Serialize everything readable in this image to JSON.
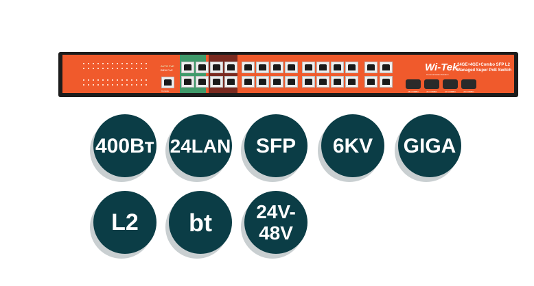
{
  "product": {
    "brand": "Wi-Tek",
    "brand_tagline": "Communication Solution",
    "model_line1": "24GE+4GE+Combo SFP L2",
    "model_line2": "Managed Super PoE Switch",
    "sfp_labels": [
      "25 COMBO",
      "26 COMBO",
      "27 COMBO",
      "28 COMBO"
    ],
    "console_label": "Console",
    "legend": [
      "AUTO PoE",
      "BBW PoE"
    ]
  },
  "badges": [
    "400Вт",
    "24LAN",
    "SFP",
    "6KV",
    "GIGA",
    "L2",
    "bt",
    "24V-\n48V"
  ],
  "colors": {
    "badge": "#0b3d46",
    "chassis": "#f05a2c"
  }
}
